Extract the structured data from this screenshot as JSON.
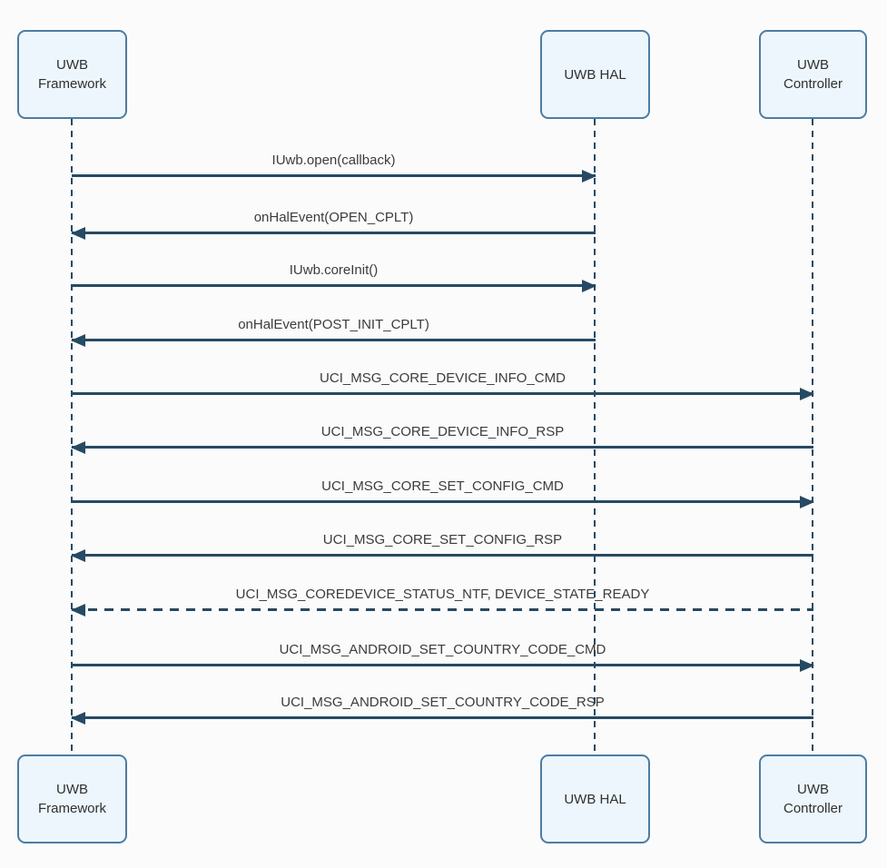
{
  "diagram": {
    "type": "sequence-diagram",
    "actors": [
      {
        "id": "uwb-framework",
        "label": "UWB Framework"
      },
      {
        "id": "uwb-hal",
        "label": "UWB HAL"
      },
      {
        "id": "uwb-controller",
        "label": "UWB Controller"
      }
    ],
    "messages": [
      {
        "label": "IUwb.open(callback)",
        "from": "UWB Framework",
        "to": "UWB HAL",
        "line": "solid"
      },
      {
        "label": "onHalEvent(OPEN_CPLT)",
        "from": "UWB HAL",
        "to": "UWB Framework",
        "line": "solid"
      },
      {
        "label": "IUwb.coreInit()",
        "from": "UWB Framework",
        "to": "UWB HAL",
        "line": "solid"
      },
      {
        "label": "onHalEvent(POST_INIT_CPLT)",
        "from": "UWB HAL",
        "to": "UWB Framework",
        "line": "solid"
      },
      {
        "label": "UCI_MSG_CORE_DEVICE_INFO_CMD",
        "from": "UWB Framework",
        "to": "UWB Controller",
        "line": "solid"
      },
      {
        "label": "UCI_MSG_CORE_DEVICE_INFO_RSP",
        "from": "UWB Controller",
        "to": "UWB Framework",
        "line": "solid"
      },
      {
        "label": "UCI_MSG_CORE_SET_CONFIG_CMD",
        "from": "UWB Framework",
        "to": "UWB Controller",
        "line": "solid"
      },
      {
        "label": "UCI_MSG_CORE_SET_CONFIG_RSP",
        "from": "UWB Controller",
        "to": "UWB Framework",
        "line": "solid"
      },
      {
        "label": "UCI_MSG_COREDEVICE_STATUS_NTF, DEVICE_STATE_READY",
        "from": "UWB Controller",
        "to": "UWB Framework",
        "line": "dashed"
      },
      {
        "label": "UCI_MSG_ANDROID_SET_COUNTRY_CODE_CMD",
        "from": "UWB Framework",
        "to": "UWB Controller",
        "line": "solid"
      },
      {
        "label": "UCI_MSG_ANDROID_SET_COUNTRY_CODE_RSP",
        "from": "UWB Controller",
        "to": "UWB Framework",
        "line": "solid"
      }
    ],
    "colors": {
      "box_fill": "#ecf6fc",
      "box_border": "#4d7ca3",
      "line": "#264a63",
      "text": "#303030",
      "background": "#fbfbfb"
    }
  }
}
